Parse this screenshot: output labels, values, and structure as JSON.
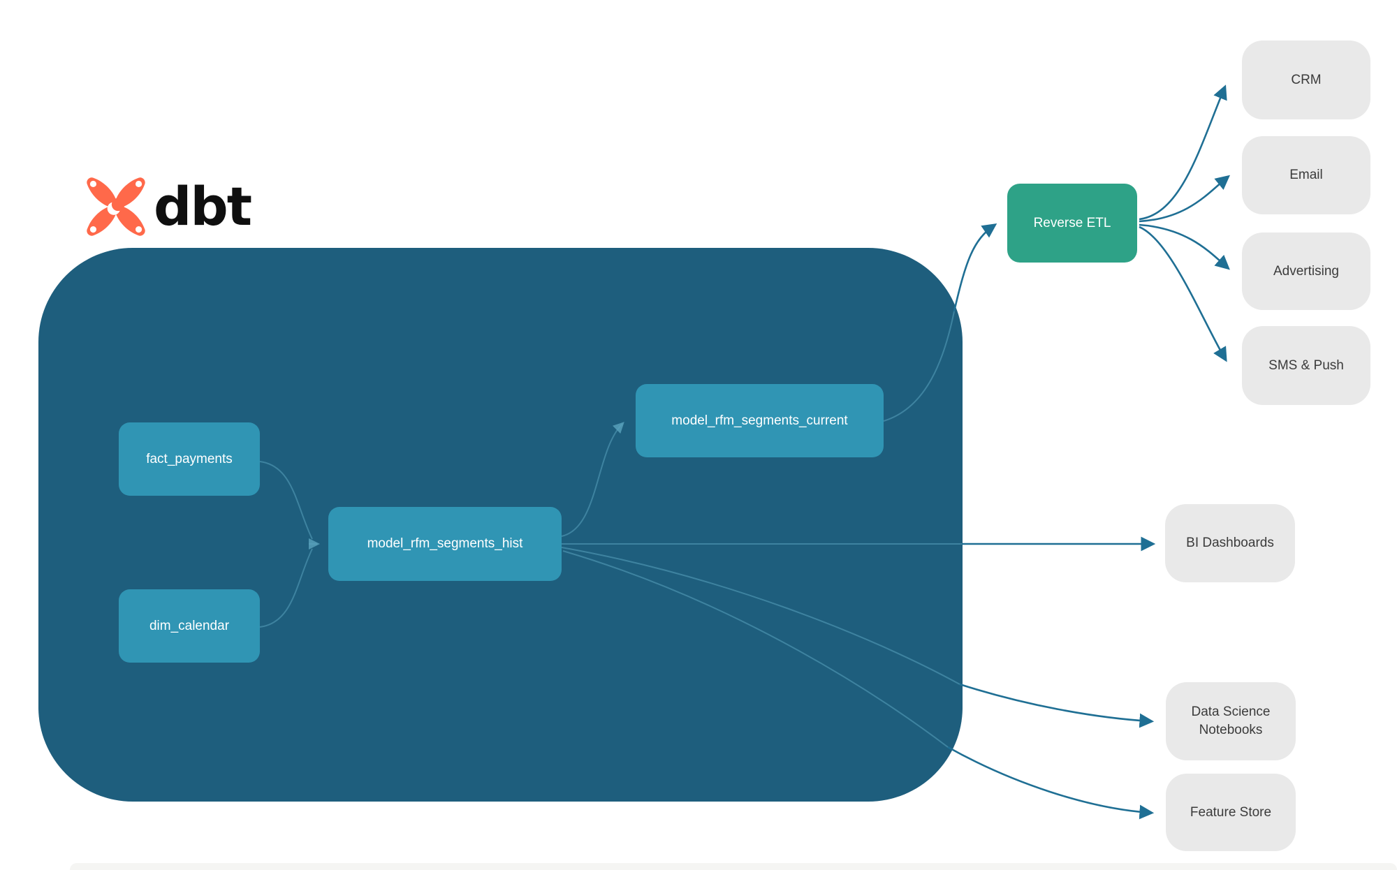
{
  "logo": {
    "brand": "dbt"
  },
  "nodes": {
    "fact_payments": {
      "label": "fact_payments"
    },
    "dim_calendar": {
      "label": "dim_calendar"
    },
    "model_hist": {
      "label": "model_rfm_segments_hist"
    },
    "model_current": {
      "label": "model_rfm_segments_current"
    },
    "reverse_etl": {
      "label": "Reverse ETL"
    },
    "crm": {
      "label": "CRM"
    },
    "email": {
      "label": "Email"
    },
    "advertising": {
      "label": "Advertising"
    },
    "sms_push": {
      "label": "SMS & Push"
    },
    "bi_dashboards": {
      "label": "BI Dashboards"
    },
    "ds_notebooks": {
      "label": "Data Science Notebooks"
    },
    "feature_store": {
      "label": "Feature Store"
    }
  },
  "edges": [
    {
      "from": "fact_payments",
      "to": "model_rfm_segments_hist"
    },
    {
      "from": "dim_calendar",
      "to": "model_rfm_segments_hist"
    },
    {
      "from": "model_rfm_segments_hist",
      "to": "model_rfm_segments_current"
    },
    {
      "from": "model_rfm_segments_current",
      "to": "reverse_etl"
    },
    {
      "from": "reverse_etl",
      "to": "crm"
    },
    {
      "from": "reverse_etl",
      "to": "email"
    },
    {
      "from": "reverse_etl",
      "to": "advertising"
    },
    {
      "from": "reverse_etl",
      "to": "sms_push"
    },
    {
      "from": "model_rfm_segments_hist",
      "to": "bi_dashboards"
    },
    {
      "from": "model_rfm_segments_hist",
      "to": "data_science_notebooks"
    },
    {
      "from": "model_rfm_segments_hist",
      "to": "feature_store"
    }
  ],
  "colors": {
    "warehouse_container": "#1e5e7d",
    "model_node": "#3095b4",
    "reverse_etl_node": "#2ea287",
    "destination_node": "#e9e9e9",
    "edge": "#1f6f94",
    "edge_inside": "#5aa3bd",
    "dbt_orange": "#ff694a",
    "wordmark": "#0f0f0f"
  }
}
